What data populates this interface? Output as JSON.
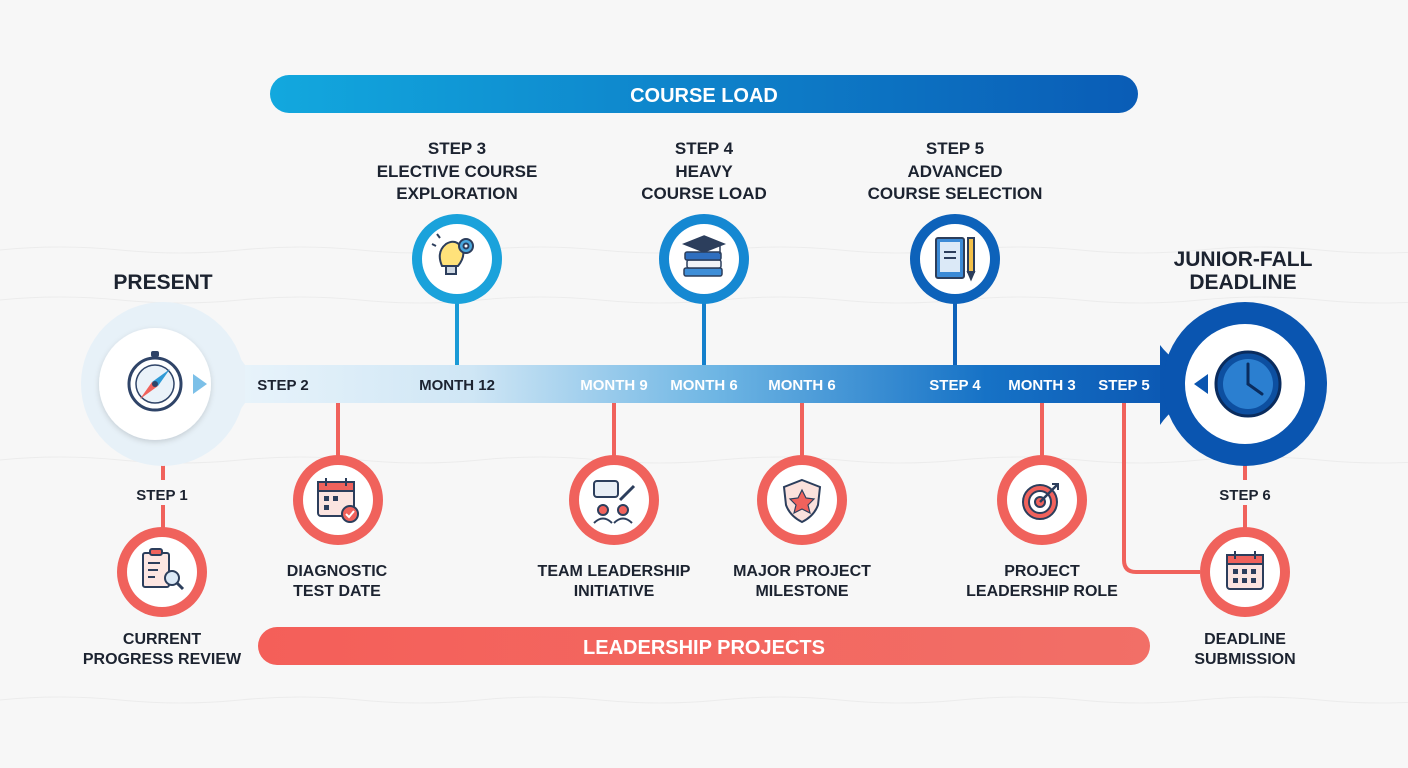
{
  "bands": {
    "top": "COURSE LOAD",
    "bottom": "LEADERSHIP PROJECTS"
  },
  "start": {
    "title": "PRESENT",
    "icon": "compass-icon"
  },
  "end": {
    "title_line1": "JUNIOR-FALL",
    "title_line2": "DEADLINE",
    "icon": "clock-icon"
  },
  "track_labels": [
    "STEP 2",
    "MONTH 12",
    "MONTH 9",
    "MONTH 6",
    "MONTH 6",
    "STEP 4",
    "MONTH 3",
    "STEP 5"
  ],
  "top_nodes": [
    {
      "lines": [
        "STEP 3",
        "ELECTIVE COURSE",
        "EXPLORATION"
      ],
      "icon": "lightbulb-gear-icon"
    },
    {
      "lines": [
        "STEP 4",
        "HEAVY",
        "COURSE LOAD"
      ],
      "icon": "graduation-books-icon"
    },
    {
      "lines": [
        "STEP 5",
        "ADVANCED",
        "COURSE SELECTION"
      ],
      "icon": "book-pencil-icon"
    }
  ],
  "bottom_nodes": [
    {
      "step": "STEP 1",
      "lines": [
        "CURRENT",
        "PROGRESS REVIEW"
      ],
      "icon": "clipboard-search-icon"
    },
    {
      "lines": [
        "DIAGNOSTIC",
        "TEST DATE"
      ],
      "icon": "calendar-check-icon"
    },
    {
      "lines": [
        "TEAM LEADERSHIP",
        "INITIATIVE"
      ],
      "icon": "team-chat-icon"
    },
    {
      "lines": [
        "MAJOR PROJECT",
        "MILESTONE"
      ],
      "icon": "shield-star-icon"
    },
    {
      "lines": [
        "PROJECT",
        "LEADERSHIP ROLE"
      ],
      "icon": "target-gear-icon"
    },
    {
      "step": "STEP 6",
      "lines": [
        "DEADLINE",
        "SUBMISSION"
      ],
      "icon": "calendar-icon"
    }
  ],
  "colors": {
    "blue_light": "#12a6dc",
    "blue_mid": "#1476c4",
    "blue_dark": "#0a55b0",
    "coral": "#f0625c",
    "text": "#1c2330"
  }
}
